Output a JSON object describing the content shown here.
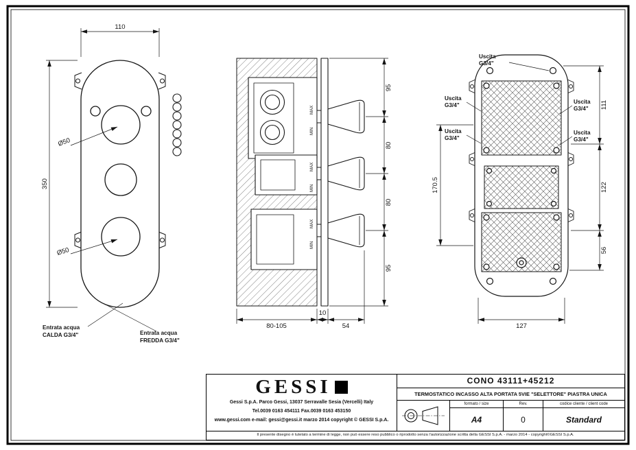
{
  "drawing": {
    "front": {
      "dim_width": "110",
      "dim_height": "350",
      "dia_label": "Ø50",
      "hot_l1": "Entrata acqua",
      "hot_l2": "CALDA  G3/4\"",
      "cold_l1": "Entrata acqua",
      "cold_l2": "FREDDA  G3/4\""
    },
    "section": {
      "seg1": "95",
      "seg2": "80",
      "seg3": "80",
      "seg4": "95",
      "min": "MIN",
      "max": "MAX",
      "depth": "80-105",
      "plate": "10",
      "handle": "54"
    },
    "back": {
      "outlet_l1": "Uscita",
      "outlet_l2": "G3/4\"",
      "d1": "111",
      "d2": "122",
      "d3": "56",
      "dleft": "170.5",
      "dbottom": "127"
    }
  },
  "title_block": {
    "logo_text": "GESSI",
    "address_line1": "Gessi  S.p.A.  Parco  Gessi,  13037  Serravalle  Sesia  (Vercelli)  Italy",
    "address_line2": "Tel.0039  0163  454111    Fax.0039  0163  453150",
    "address_line3": "www.gessi.com   e-mail: gessi@gessi.it      marzo 2014      copyright © GESSI  S.p.A.",
    "product_code": "CONO  43111+45212",
    "description": "TERMOSTATICO INCASSO ALTA PORTATA 5VIE \"SELETTORE\" PIASTRA UNICA",
    "format_label": "formato / size",
    "format_value": "A4",
    "rev_label": "Rev.",
    "rev_value": "0",
    "client_code_label": "codice cliente / client code",
    "client_code_value": "Standard",
    "disclaimer": "Il presente disegno è tutelato a termine di legge, non può essere reso pubblico o riprodotto senza l'autorizzazione scritta della GESSI S.p.A.  -  marzo 2014  -  copyright©GESSI S.p.A."
  }
}
